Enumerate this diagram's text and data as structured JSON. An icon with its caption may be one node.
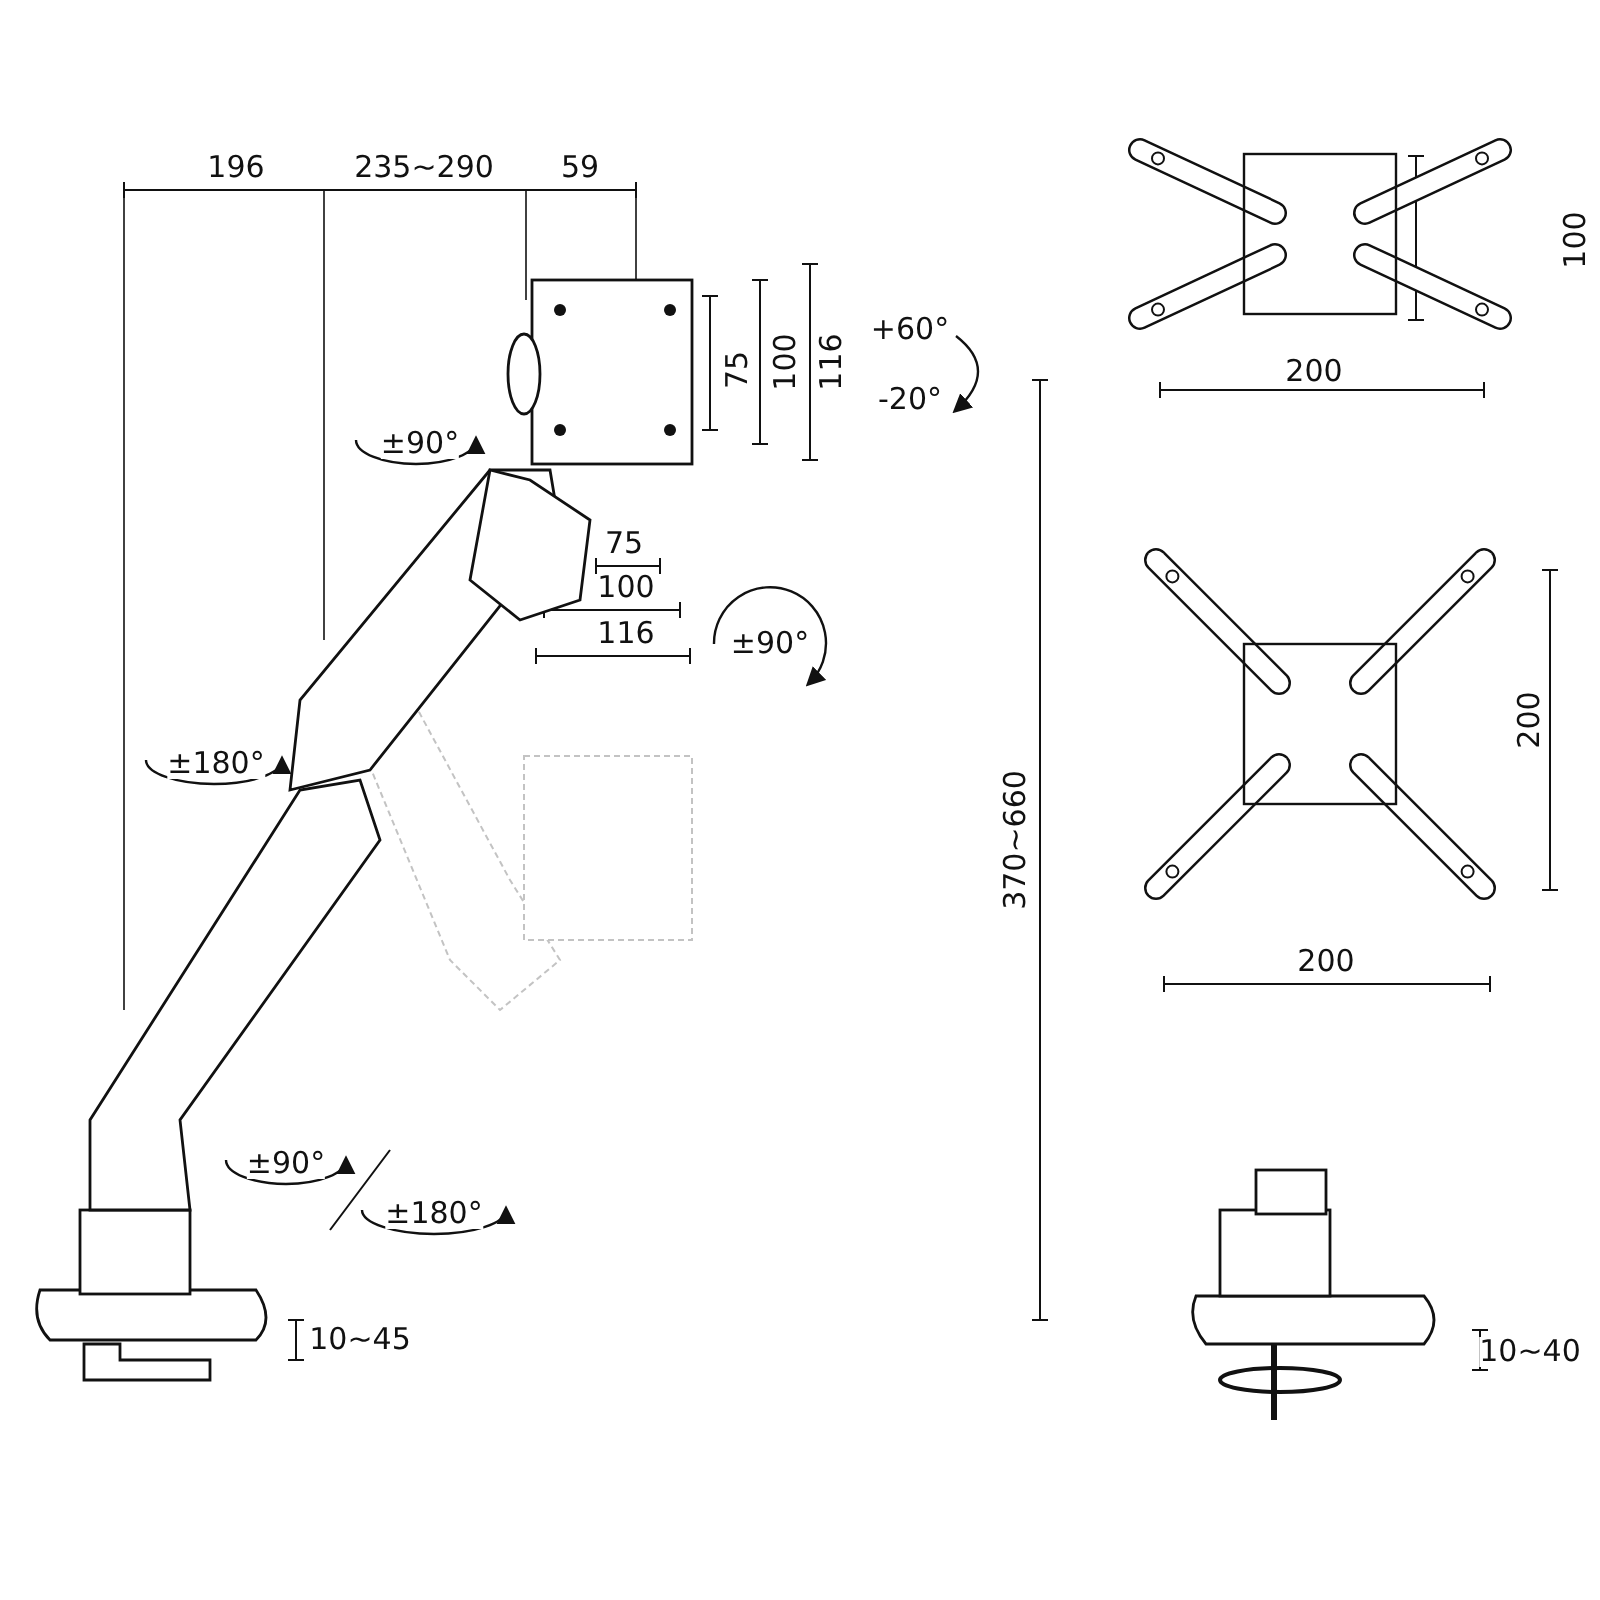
{
  "diagram": {
    "labels": [
      "196",
      "235~290",
      "59",
      "100",
      "+60°",
      "75",
      "100",
      "116",
      "200",
      "-20°",
      "±90°",
      "75",
      "100",
      "116",
      "±90°",
      "200",
      "±180°",
      "370~660",
      "200",
      "±90°",
      "±180°",
      "10~45",
      "10~40"
    ]
  }
}
